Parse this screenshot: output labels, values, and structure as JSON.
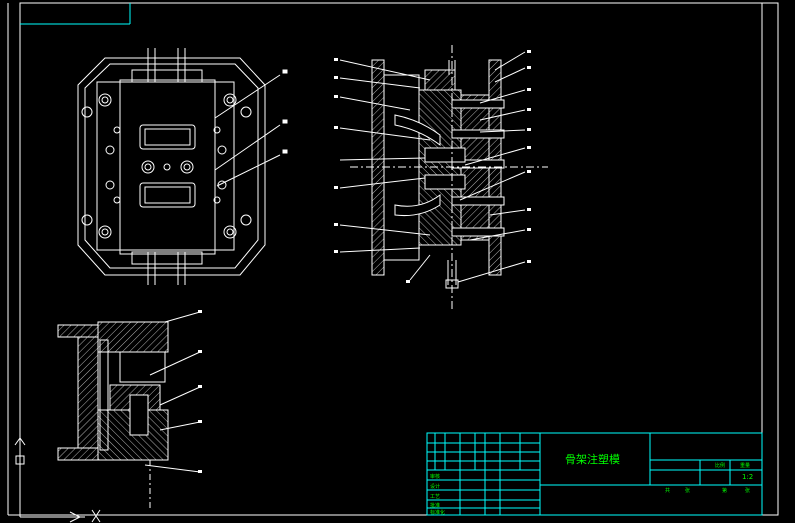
{
  "title_block": {
    "drawing_title": "骨架注塑模",
    "scale": "1:2",
    "cells": [
      "审核",
      "设计",
      "工艺",
      "批准",
      "标准化",
      "比例",
      "重量",
      "共",
      "张",
      "第",
      "张"
    ]
  },
  "colors": {
    "background": "#000000",
    "frame": "#ffffff",
    "title_lines": "#00ffff",
    "text": "#00ff00",
    "parts": "#ffffff",
    "ucs": "#ffffff"
  }
}
